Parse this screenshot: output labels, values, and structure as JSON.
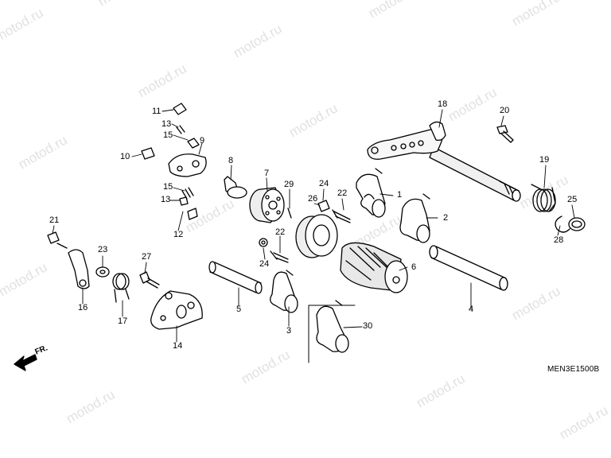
{
  "diagram_code": "MEN3E1500B",
  "direction_label": "FR.",
  "watermark": "motod.ru",
  "callouts": [
    {
      "id": "c1",
      "text": "1"
    },
    {
      "id": "c2",
      "text": "2"
    },
    {
      "id": "c3",
      "text": "3"
    },
    {
      "id": "c4",
      "text": "4"
    },
    {
      "id": "c5",
      "text": "5"
    },
    {
      "id": "c6",
      "text": "6"
    },
    {
      "id": "c7",
      "text": "7"
    },
    {
      "id": "c8",
      "text": "8"
    },
    {
      "id": "c9",
      "text": "9"
    },
    {
      "id": "c10",
      "text": "10"
    },
    {
      "id": "c11",
      "text": "11"
    },
    {
      "id": "c12",
      "text": "12"
    },
    {
      "id": "c13a",
      "text": "13"
    },
    {
      "id": "c13b",
      "text": "13"
    },
    {
      "id": "c14",
      "text": "14"
    },
    {
      "id": "c15a",
      "text": "15"
    },
    {
      "id": "c15b",
      "text": "15"
    },
    {
      "id": "c16",
      "text": "16"
    },
    {
      "id": "c17",
      "text": "17"
    },
    {
      "id": "c18",
      "text": "18"
    },
    {
      "id": "c19",
      "text": "19"
    },
    {
      "id": "c20",
      "text": "20"
    },
    {
      "id": "c21",
      "text": "21"
    },
    {
      "id": "c22a",
      "text": "22"
    },
    {
      "id": "c22b",
      "text": "22"
    },
    {
      "id": "c23",
      "text": "23"
    },
    {
      "id": "c24a",
      "text": "24"
    },
    {
      "id": "c24b",
      "text": "24"
    },
    {
      "id": "c25",
      "text": "25"
    },
    {
      "id": "c26",
      "text": "26"
    },
    {
      "id": "c27",
      "text": "27"
    },
    {
      "id": "c28",
      "text": "28"
    },
    {
      "id": "c29",
      "text": "29"
    },
    {
      "id": "c30",
      "text": "30"
    }
  ]
}
